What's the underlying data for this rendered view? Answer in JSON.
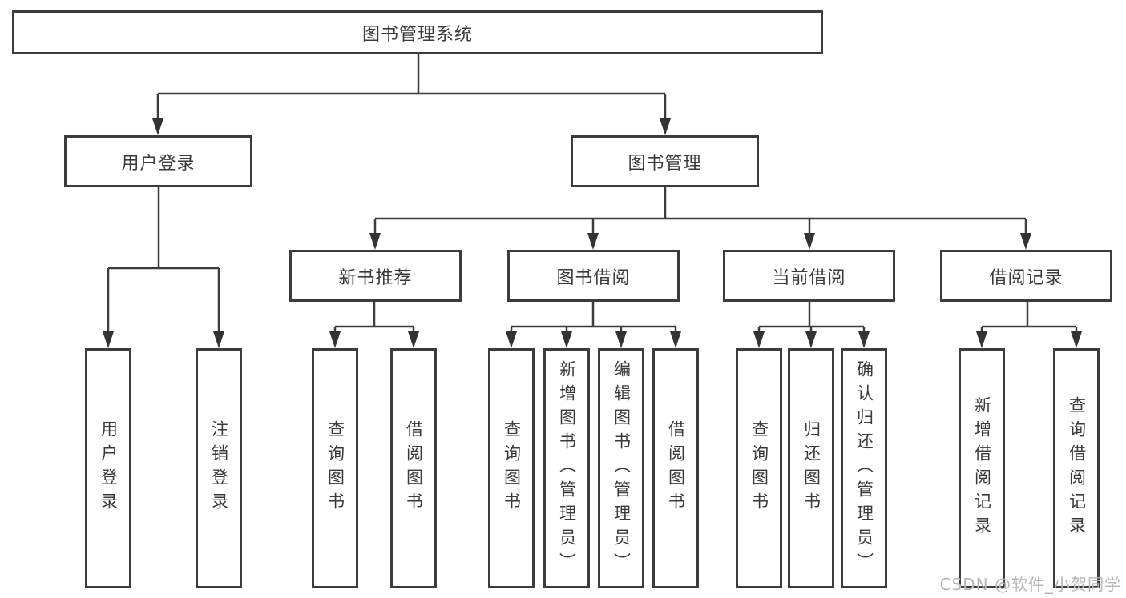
{
  "tree": {
    "root": "图书管理系统",
    "level2": [
      "用户登录",
      "图书管理"
    ],
    "level3": [
      "新书推荐",
      "图书借阅",
      "当前借阅",
      "借阅记录"
    ],
    "leaves": {
      "user_login": [
        "用户登录",
        "注销登录"
      ],
      "new_books": [
        "查询图书",
        "借阅图书"
      ],
      "book_borrow": [
        "查询图书",
        "新增图书（管理员）",
        "编辑图书（管理员）",
        "借阅图书"
      ],
      "current_borrow": [
        "查询图书",
        "归还图书",
        "确认归还（管理员）"
      ],
      "borrow_records": [
        "新增借阅记录",
        "查询借阅记录"
      ]
    }
  },
  "watermark": "CSDN @软件_小贺同学",
  "colors": {
    "line": "#3c3c3c",
    "text": "#3a3a3a",
    "box_background": "#ffffff",
    "page_background": "#ffffff",
    "watermark": "#b5b5b5"
  }
}
